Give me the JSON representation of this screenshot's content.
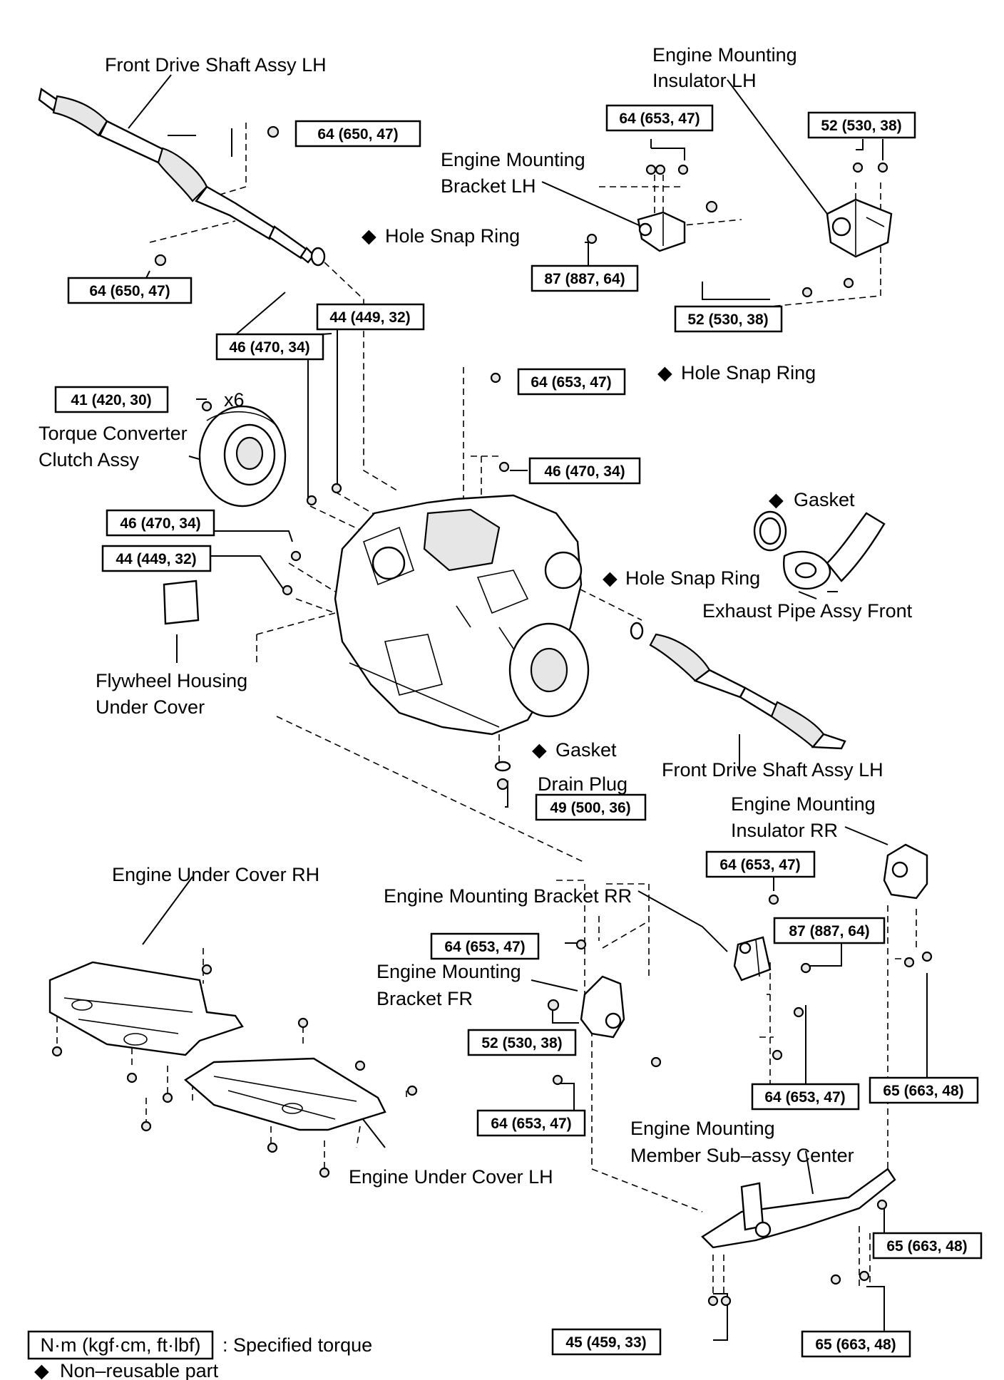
{
  "labels": {
    "front_drive_shaft_lh_top": "Front Drive Shaft Assy LH",
    "engine_mounting_insulator_lh_1": "Engine Mounting",
    "engine_mounting_insulator_lh_2": "Insulator LH",
    "engine_mounting_bracket_lh_1": "Engine Mounting",
    "engine_mounting_bracket_lh_2": "Bracket LH",
    "hole_snap_ring_1": "Hole Snap Ring",
    "hole_snap_ring_2": "Hole Snap Ring",
    "hole_snap_ring_3": "Hole Snap Ring",
    "x6": "x6",
    "torque_converter_1": "Torque Converter",
    "torque_converter_2": "Clutch Assy",
    "gasket_1": "Gasket",
    "exhaust_pipe": "Exhaust Pipe Assy Front",
    "flywheel_housing_1": "Flywheel Housing",
    "flywheel_housing_2": "Under Cover",
    "gasket_2": "Gasket",
    "drain_plug": "Drain Plug",
    "front_drive_shaft_lh_bottom": "Front Drive Shaft Assy LH",
    "engine_mounting_insulator_rr_1": "Engine Mounting",
    "engine_mounting_insulator_rr_2": "Insulator RR",
    "engine_under_cover_rh": "Engine Under Cover RH",
    "engine_mounting_bracket_rr": "Engine Mounting Bracket RR",
    "engine_mounting_bracket_fr_1": "Engine Mounting",
    "engine_mounting_bracket_fr_2": "Bracket FR",
    "engine_under_cover_lh": "Engine Under Cover LH",
    "member_center_1": "Engine Mounting",
    "member_center_2": "Member Sub–assy Center"
  },
  "torques": {
    "t01": "64 (650, 47)",
    "t02": "64 (650, 47)",
    "t03": "64 (653, 47)",
    "t04": "52 (530, 38)",
    "t05": "87 (887, 64)",
    "t06": "52 (530, 38)",
    "t07": "44 (449, 32)",
    "t08": "46 (470, 34)",
    "t09": "64 (653, 47)",
    "t10": "41 (420, 30)",
    "t11": "46 (470, 34)",
    "t12": "46 (470, 34)",
    "t13": "44 (449, 32)",
    "t14": "49 (500, 36)",
    "t15": "64 (653, 47)",
    "t16": "87 (887, 64)",
    "t17": "64 (653, 47)",
    "t18": "52 (530, 38)",
    "t19": "64 (653, 47)",
    "t20": "65 (663, 48)",
    "t21": "64 (653, 47)",
    "t22": "65 (663, 48)",
    "t23": "45 (459, 33)",
    "t24": "65 (663, 48)"
  },
  "legend": {
    "unit_box": "N·m (kgf·cm, ft·lbf)",
    "specified_torque": ": Specified torque",
    "non_reusable": "Non–reusable part",
    "diamond": "◆"
  }
}
